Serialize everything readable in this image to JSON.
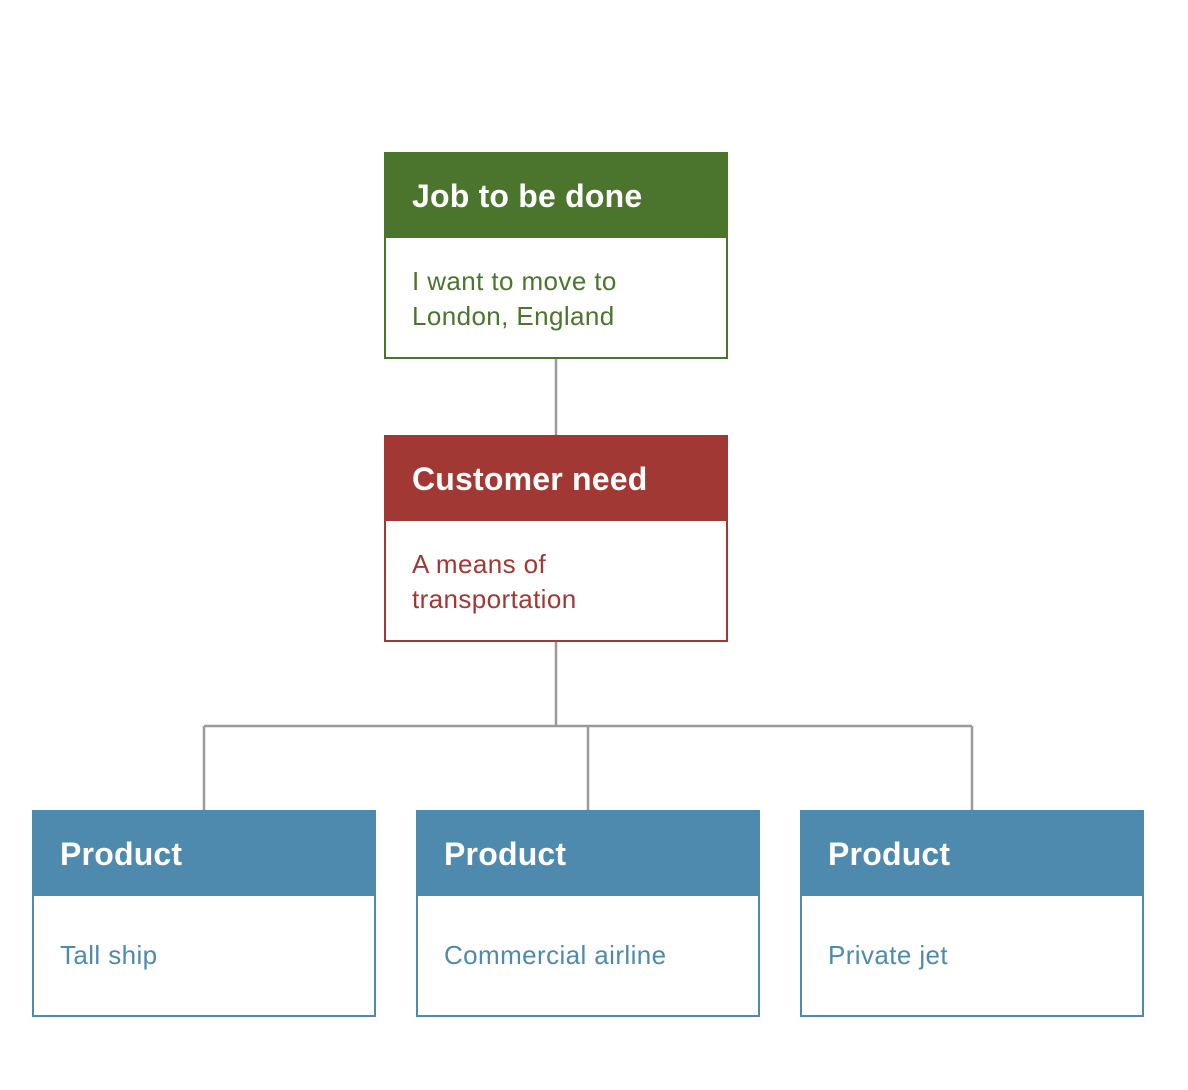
{
  "colors": {
    "job": "#4b742d",
    "need": "#a23834",
    "product": "#4e8aad",
    "connector": "#9a9a9a"
  },
  "job": {
    "title": "Job to be done",
    "text_line1": "I want to move to",
    "text_line2": "London, England"
  },
  "need": {
    "title": "Customer need",
    "text_line1": "A means of",
    "text_line2": "transportation"
  },
  "products": [
    {
      "title": "Product",
      "text": "Tall ship"
    },
    {
      "title": "Product",
      "text": "Commercial airline"
    },
    {
      "title": "Product",
      "text": "Private jet"
    }
  ]
}
